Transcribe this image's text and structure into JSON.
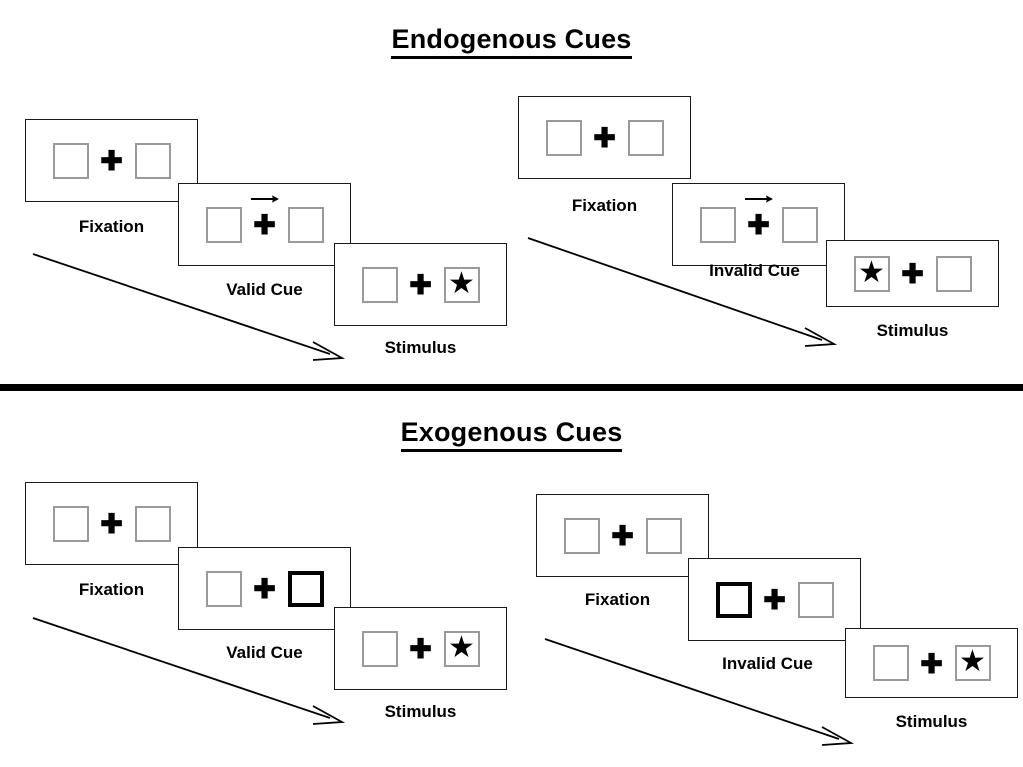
{
  "figure": {
    "background": "#ffffff",
    "ink": "#000000",
    "box_border_color": "#9a9a9a",
    "cue_border_color": "#000000",
    "panel_border_color": "#1a1a1a"
  },
  "sections": [
    {
      "id": "endogenous",
      "title": "Endogenous Cues",
      "sequences": [
        {
          "id": "endogenous-valid",
          "condition_label": "Valid Cue",
          "panels": [
            {
              "id": "endo-valid-fixation",
              "caption": "Fixation",
              "left_box": {
                "cued": false,
                "star": false
              },
              "right_box": {
                "cued": false,
                "star": false
              },
              "center": {
                "symbol": "plus",
                "arrow": "none"
              }
            },
            {
              "id": "endo-valid-cue",
              "caption": "Valid Cue",
              "left_box": {
                "cued": false,
                "star": false
              },
              "right_box": {
                "cued": false,
                "star": false
              },
              "center": {
                "symbol": "plus",
                "arrow": "right"
              }
            },
            {
              "id": "endo-valid-stimulus",
              "caption": "Stimulus",
              "left_box": {
                "cued": false,
                "star": false
              },
              "right_box": {
                "cued": false,
                "star": true
              },
              "center": {
                "symbol": "plus",
                "arrow": "none"
              }
            }
          ]
        },
        {
          "id": "endogenous-invalid",
          "condition_label": "Invalid Cue",
          "panels": [
            {
              "id": "endo-invalid-fixation",
              "caption": "Fixation",
              "left_box": {
                "cued": false,
                "star": false
              },
              "right_box": {
                "cued": false,
                "star": false
              },
              "center": {
                "symbol": "plus",
                "arrow": "none"
              }
            },
            {
              "id": "endo-invalid-cue",
              "caption": "Invalid Cue",
              "left_box": {
                "cued": false,
                "star": false
              },
              "right_box": {
                "cued": false,
                "star": false
              },
              "center": {
                "symbol": "plus",
                "arrow": "right"
              }
            },
            {
              "id": "endo-invalid-stimulus",
              "caption": "Stimulus",
              "left_box": {
                "cued": false,
                "star": true
              },
              "right_box": {
                "cued": false,
                "star": false
              },
              "center": {
                "symbol": "plus",
                "arrow": "none"
              }
            }
          ]
        }
      ]
    },
    {
      "id": "exogenous",
      "title": "Exogenous Cues",
      "sequences": [
        {
          "id": "exogenous-valid",
          "condition_label": "Valid Cue",
          "panels": [
            {
              "id": "exo-valid-fixation",
              "caption": "Fixation",
              "left_box": {
                "cued": false,
                "star": false
              },
              "right_box": {
                "cued": false,
                "star": false
              },
              "center": {
                "symbol": "plus",
                "arrow": "none"
              }
            },
            {
              "id": "exo-valid-cue",
              "caption": "Valid Cue",
              "left_box": {
                "cued": false,
                "star": false
              },
              "right_box": {
                "cued": true,
                "star": false
              },
              "center": {
                "symbol": "plus",
                "arrow": "none"
              }
            },
            {
              "id": "exo-valid-stimulus",
              "caption": "Stimulus",
              "left_box": {
                "cued": false,
                "star": false
              },
              "right_box": {
                "cued": false,
                "star": true
              },
              "center": {
                "symbol": "plus",
                "arrow": "none"
              }
            }
          ]
        },
        {
          "id": "exogenous-invalid",
          "condition_label": "Invalid Cue",
          "panels": [
            {
              "id": "exo-invalid-fixation",
              "caption": "Fixation",
              "left_box": {
                "cued": false,
                "star": false
              },
              "right_box": {
                "cued": false,
                "star": false
              },
              "center": {
                "symbol": "plus",
                "arrow": "none"
              }
            },
            {
              "id": "exo-invalid-cue",
              "caption": "Invalid Cue",
              "left_box": {
                "cued": true,
                "star": false
              },
              "right_box": {
                "cued": false,
                "star": false
              },
              "center": {
                "symbol": "plus",
                "arrow": "none"
              }
            },
            {
              "id": "exo-invalid-stimulus",
              "caption": "Stimulus",
              "left_box": {
                "cued": false,
                "star": false
              },
              "right_box": {
                "cued": false,
                "star": true
              },
              "center": {
                "symbol": "plus",
                "arrow": "none"
              }
            }
          ]
        }
      ]
    }
  ],
  "glyphs": {
    "plus": "✚",
    "star": "★"
  },
  "labels": {
    "title_endogenous": "Endogenous Cues",
    "title_exogenous": "Exogenous Cues",
    "fixation": "Fixation",
    "valid_cue": "Valid Cue",
    "invalid_cue": "Invalid Cue",
    "stimulus": "Stimulus"
  }
}
